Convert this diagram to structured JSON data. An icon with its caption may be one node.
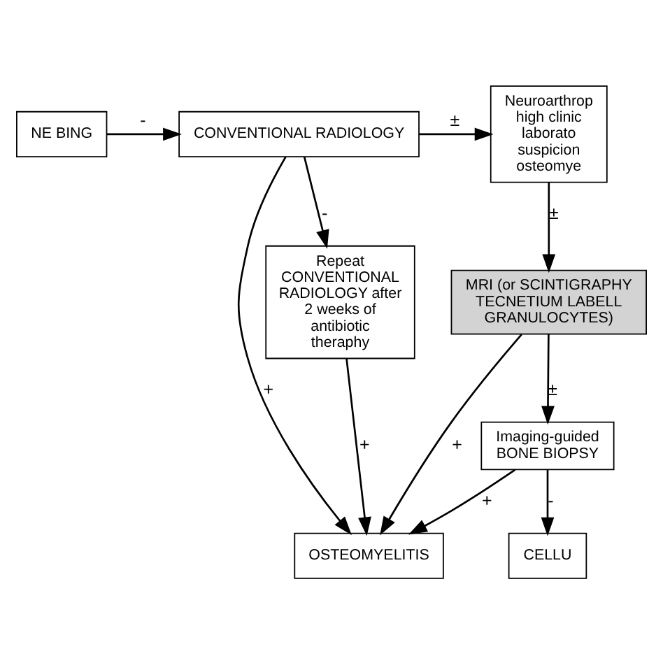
{
  "diagram": {
    "nodes": [
      {
        "text": [
          "NE BING"
        ]
      },
      {
        "text": [
          "CONVENTIONAL RADIOLOGY"
        ]
      },
      {
        "text": [
          "Neuroarthrop high clinic laborato suspicion osteomye"
        ]
      },
      {
        "text": [
          "Repeat CONVENTIONAL RADIOLOGY after 2 weeks of antibiotic theraphy"
        ]
      },
      {
        "text": [
          "MRI (or SCINTIGRAPHY TECNETIUM LABELL GRANULOCYTES)"
        ]
      },
      {
        "text": [
          "Imaging-guided BONE BIOPSY"
        ]
      },
      {
        "text": [
          "OSTEOMYELITIS"
        ]
      },
      {
        "text": [
          "CELLU"
        ]
      }
    ],
    "edges": [
      {
        "from": 0,
        "to": 1,
        "arrow": "to",
        "label": "-"
      },
      {
        "from": 1,
        "to": 2,
        "arrow": "to",
        "label": "±"
      },
      {
        "from": 1,
        "to": 3,
        "arrow": "to",
        "label": "-"
      },
      {
        "from": 1,
        "to": 6,
        "arrow": "to",
        "label": "+"
      },
      {
        "from": 2,
        "to": 4,
        "arrow": "to",
        "label": "±"
      },
      {
        "from": 3,
        "to": 6,
        "arrow": "to",
        "label": "+"
      },
      {
        "from": 4,
        "to": 5,
        "arrow": "to",
        "label": "±"
      },
      {
        "from": 4,
        "to": 6,
        "arrow": "to",
        "label": "+"
      },
      {
        "from": 5,
        "to": 6,
        "arrow": "to",
        "label": "+"
      },
      {
        "from": 5,
        "to": 7,
        "arrow": "to",
        "label": "-"
      }
    ]
  }
}
